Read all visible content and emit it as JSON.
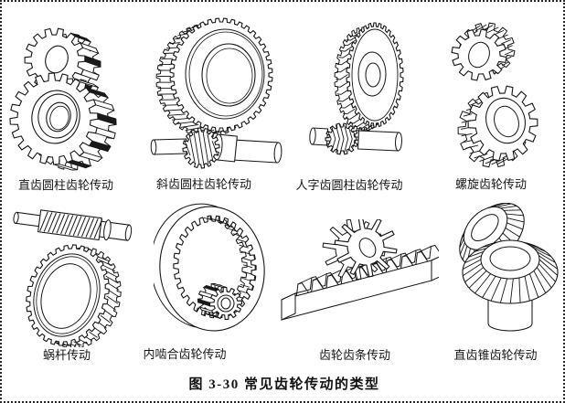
{
  "figure": {
    "caption": "图 3-30  常见齿轮传动的类型",
    "items": [
      {
        "label": "直齿圆柱齿轮传动",
        "name": "spur-cylindrical-gear-drive"
      },
      {
        "label": "斜齿圆柱齿轮传动",
        "name": "helical-cylindrical-gear-drive"
      },
      {
        "label": "人字齿圆柱齿轮传动",
        "name": "herringbone-cylindrical-gear-drive"
      },
      {
        "label": "螺旋齿轮传动",
        "name": "spiral-gear-drive"
      },
      {
        "label": "蜗杆传动",
        "name": "worm-drive"
      },
      {
        "label": "内啮合齿轮传动",
        "name": "internal-gear-drive"
      },
      {
        "label": "齿轮齿条传动",
        "name": "rack-and-pinion-drive"
      },
      {
        "label": "直齿锥齿轮传动",
        "name": "straight-bevel-gear-drive"
      }
    ],
    "colors": {
      "line": "#151515",
      "background": "#ffffff",
      "border": "#2a2a2a"
    }
  }
}
